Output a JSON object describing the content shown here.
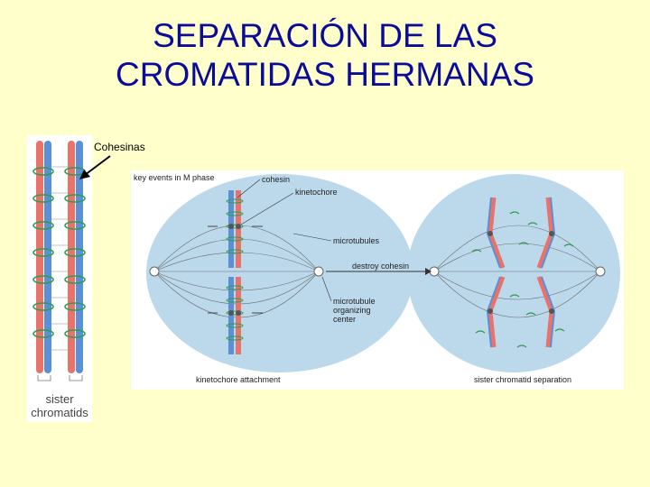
{
  "title": {
    "line1": "SEPARACIÓN DE LAS",
    "line2": "CROMATIDAS HERMANAS"
  },
  "left_figure": {
    "cohesin_label": "Cohesinas",
    "caption_line1": "sister",
    "caption_line2": "chromatids"
  },
  "main_figure": {
    "heading": "key events in M phase",
    "labels": {
      "cohesin": "cohesin",
      "kinetochore": "kinetochore",
      "microtubules": "microtubules",
      "destroy_cohesin": "destroy cohesin",
      "mtoc_line1": "microtubule",
      "mtoc_line2": "organizing",
      "mtoc_line3": "center"
    },
    "caption_left": "kinetochore attachment",
    "caption_right": "sister chromatid separation"
  },
  "colors": {
    "title": "#0b0b99",
    "background": "#ffffcc",
    "chromatid_red": "#e8736b",
    "chromatid_blue": "#5b8fd6",
    "cohesin_green": "#2e9e4e",
    "cell_blue": "#bcd9ec"
  }
}
